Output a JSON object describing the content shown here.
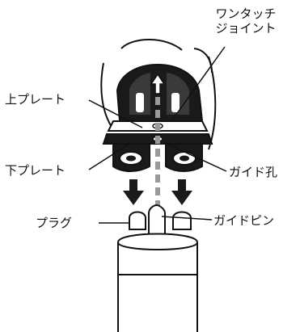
{
  "labels": {
    "one_touch_line1": "ワンタッチ",
    "one_touch_line2": "ジョイント",
    "upper_plate": "上プレート",
    "lower_plate": "下プレート",
    "guide_hole": "ガイド孔",
    "plug": "プラグ",
    "guide_pin": "ガイドピン"
  },
  "icons": {
    "insert_direction": "down-arrow-icon",
    "lift_direction": "up-arrow-icon"
  },
  "colors": {
    "ink": "#111111",
    "fill_dark": "#1a1a1a",
    "paper": "#ffffff",
    "center_line": "#9a9a9a"
  }
}
